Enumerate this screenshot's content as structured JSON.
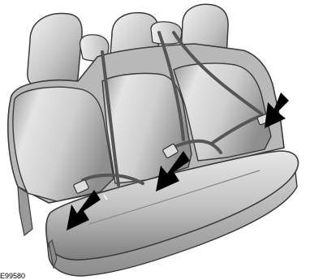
{
  "figure": {
    "reference_code": "E99580",
    "colors": {
      "seat_dark": "#777777",
      "seat_mid": "#b5b5b5",
      "seat_light": "#ececec",
      "belt": "#555555",
      "arrow": "#000000"
    },
    "icons": [
      "seat-illustration",
      "seat-belt",
      "arrow-icon"
    ]
  }
}
